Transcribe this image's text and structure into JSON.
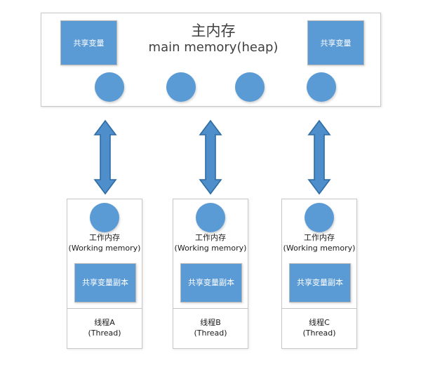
{
  "diagram": {
    "main_memory": {
      "title_cn": "主内存",
      "title_en": "main memory(heap)",
      "shared_variable_left": "共享变量",
      "shared_variable_right": "共享变量",
      "circle_count": 4,
      "circle_label": "memory-cell"
    },
    "arrows": [
      {
        "name": "arrow-thread-a",
        "direction": "double-vertical"
      },
      {
        "name": "arrow-thread-b",
        "direction": "double-vertical"
      },
      {
        "name": "arrow-thread-c",
        "direction": "double-vertical"
      }
    ],
    "threads": [
      {
        "working_memory_cn": "工作内存",
        "working_memory_en": "(Working memory)",
        "copy_label": "共享变量副本",
        "thread_cn": "线程A",
        "thread_en": "(Thread)"
      },
      {
        "working_memory_cn": "工作内存",
        "working_memory_en": "(Working memory)",
        "copy_label": "共享变量副本",
        "thread_cn": "线程B",
        "thread_en": "(Thread)"
      },
      {
        "working_memory_cn": "工作内存",
        "working_memory_en": "(Working memory)",
        "copy_label": "共享变量副本",
        "thread_cn": "线程C",
        "thread_en": "(Thread)"
      }
    ]
  },
  "colors": {
    "accent_blue": "#5B9BD5",
    "arrow_fill": "#4E8FCB",
    "arrow_stroke": "#2E6CA4",
    "box_border": "#c8c8c8",
    "text_dark": "#404040"
  }
}
